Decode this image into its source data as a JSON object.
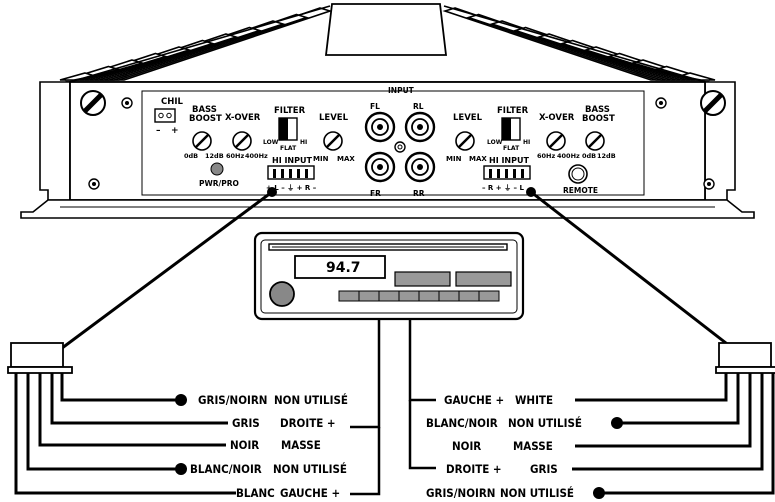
{
  "amp": {
    "left_panel": {
      "chil": "CHIL",
      "chil_minus": "–",
      "chil_plus": "+",
      "bass_boost": [
        "BASS",
        "BOOST"
      ],
      "bass_min": "0dB",
      "bass_max": "12dB",
      "xover": "X-OVER",
      "xover_min": "60Hz",
      "xover_max": "400Hz",
      "filter": "FILTER",
      "filter_low": "LOW",
      "filter_flat": "FLAT",
      "filter_hi": "HI",
      "level": "LEVEL",
      "level_min": "MIN",
      "level_max": "MAX",
      "pwr_pro": "PWR/PRO",
      "hi_input": "HI INPUT",
      "hi_input_pins": "+ L – ⏚ + R –"
    },
    "input": {
      "title": "INPUT",
      "fl": "FL",
      "rl": "RL",
      "fr": "FR",
      "rr": "RR"
    },
    "right_panel": {
      "level": "LEVEL",
      "level_min": "MIN",
      "level_max": "MAX",
      "filter": "FILTER",
      "filter_low": "LOW",
      "filter_flat": "FLAT",
      "filter_hi": "HI",
      "hi_input": "HI INPUT",
      "hi_input_pins": "– R + ⏚ – L",
      "xover": "X-OVER",
      "xover_min": "60Hz",
      "xover_max": "400Hz",
      "bass_boost": [
        "BASS",
        "BOOST"
      ],
      "bass_min": "0dB",
      "bass_max": "12dB",
      "remote": "REMOTE"
    }
  },
  "radio": {
    "display": "94.7"
  },
  "left_wires": [
    {
      "color": "GRIS/NOIRN",
      "function": "NON UTILISÉ"
    },
    {
      "color": "GRIS",
      "function": "DROITE +"
    },
    {
      "color": "NOIR",
      "function": "MASSE"
    },
    {
      "color": "BLANC/NOIR",
      "function": "NON UTILISÉ"
    },
    {
      "color": "BLANC",
      "function": "GAUCHE +"
    }
  ],
  "right_wires": [
    {
      "function": "GAUCHE +",
      "color": "WHITE"
    },
    {
      "color": "BLANC/NOIR",
      "function": "NON UTILISÉ"
    },
    {
      "color": "NOIR",
      "function": "MASSE"
    },
    {
      "function": "DROITE +",
      "color": "GRIS"
    },
    {
      "color": "GRIS/NOIRN",
      "function": "NON UTILISÉ"
    }
  ]
}
